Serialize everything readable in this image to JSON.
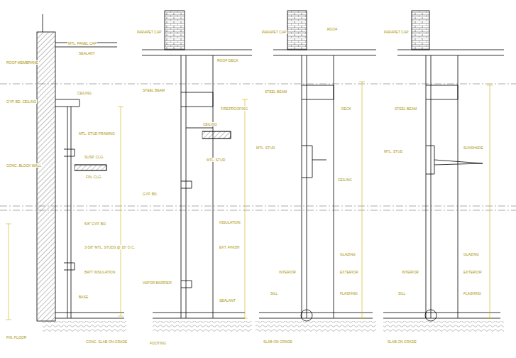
{
  "diagram": {
    "labels": [
      "MTL. PANEL CAP",
      "SEALANT",
      "ROOF MEMBRANE",
      "CEILING",
      "GYP. BD. CEILING",
      "MTL. STUD FRAMING",
      "SUSP. CLG.",
      "FIN. CLG.",
      "CONC. BLOCK WALL",
      "5/8\" GYP. BD.",
      "3-5/8\" MTL. STUDS @ 16\" O.C.",
      "BATT INSULATION",
      "BASE",
      "FIN. FLOOR",
      "CONC. SLAB ON GRADE",
      "PARAPET CAP",
      "ROOF DECK",
      "STEEL BEAM",
      "FIREPROOFING",
      "CEILING",
      "MTL. STUD",
      "GYP. BD.",
      "INSULATION",
      "EXT. FINISH",
      "VAPOR BARRIER",
      "SEALANT",
      "FOOTING",
      "PARAPET CAP",
      "ROOF",
      "STEEL BEAM",
      "DECK",
      "MTL. STUD",
      "CEILING",
      "GLAZING",
      "INTERIOR",
      "EXTERIOR",
      "SILL",
      "FLASHING",
      "SLAB ON GRADE",
      "PARAPET CAP",
      "STEEL BEAM",
      "SUNSHADE",
      "MTL. STUD",
      "GLAZING",
      "INTERIOR",
      "EXTERIOR",
      "SILL",
      "FLASHING",
      "SLAB ON GRADE"
    ]
  }
}
